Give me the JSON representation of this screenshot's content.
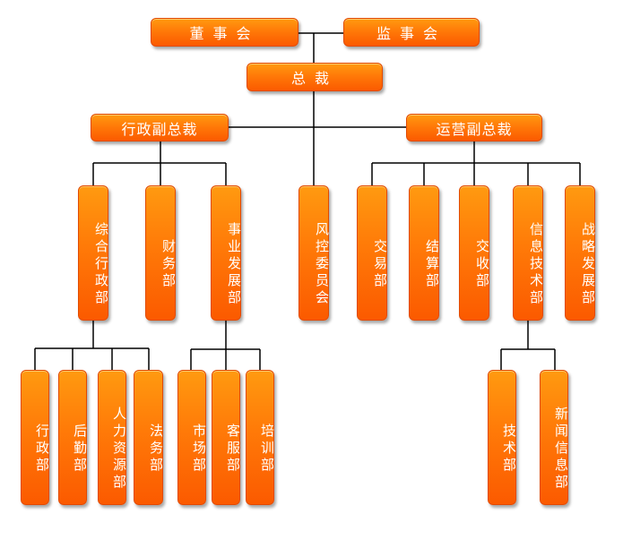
{
  "diagram": {
    "type": "org-chart",
    "colors": {
      "box": "#fb6d04",
      "box_top": "#ff9a10",
      "text": "#ffffff",
      "line": "#000000"
    },
    "top": {
      "board": "董事会",
      "supervisors": "监事会",
      "president": "总裁"
    },
    "vps": {
      "admin_vp": "行政副总裁",
      "ops_vp": "运营副总裁"
    },
    "departments": {
      "general_admin": "综合行政部",
      "finance": "财务部",
      "business_dev": "事业发展部",
      "risk_committee": "风控委员会",
      "trading": "交易部",
      "settlement": "结算部",
      "delivery": "交收部",
      "it": "信息技术部",
      "strategy": "战略发展部"
    },
    "sub_departments": {
      "admin": "行政部",
      "logistics": "后勤部",
      "hr": "人力资源部",
      "legal": "法务部",
      "marketing": "市场部",
      "customer_service": "客服部",
      "training": "培训部",
      "tech": "技术部",
      "news_info": "新闻信息部"
    }
  }
}
